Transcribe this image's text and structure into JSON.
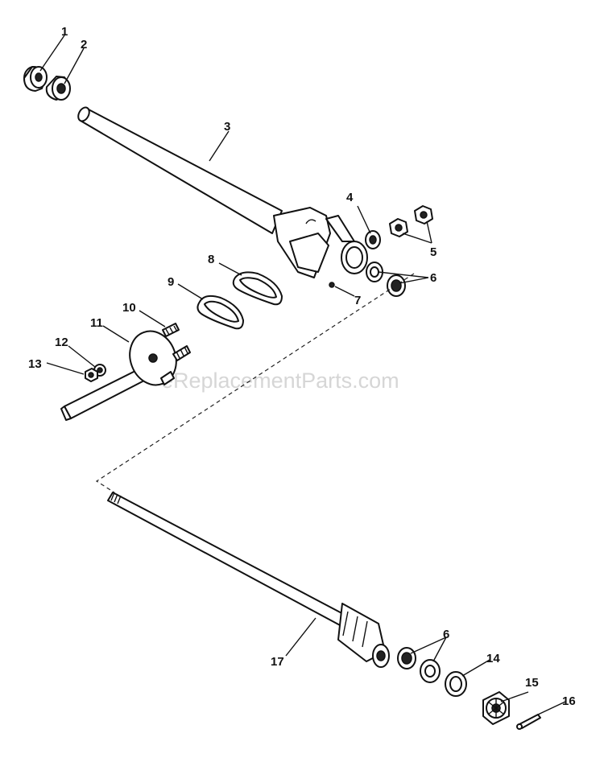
{
  "watermark": "eReplacementParts.com",
  "callouts": [
    "1",
    "2",
    "3",
    "4",
    "5",
    "6",
    "7",
    "8",
    "9",
    "10",
    "11",
    "12",
    "13",
    "6",
    "14",
    "15",
    "16",
    "17"
  ],
  "parts": [
    {
      "id": "1",
      "icon": "bushing-icon"
    },
    {
      "id": "2",
      "icon": "flanged-bushing-icon"
    },
    {
      "id": "3",
      "icon": "steering-column-tube-icon"
    },
    {
      "id": "4",
      "icon": "washer-icon"
    },
    {
      "id": "5",
      "icon": "hex-nut-icon"
    },
    {
      "id": "6",
      "icon": "bearing-icon"
    },
    {
      "id": "7",
      "icon": "small-screw-icon"
    },
    {
      "id": "8",
      "icon": "gasket-icon"
    },
    {
      "id": "9",
      "icon": "gasket-icon"
    },
    {
      "id": "10",
      "icon": "stud-icon"
    },
    {
      "id": "11",
      "icon": "steering-shaft-plate-icon"
    },
    {
      "id": "12",
      "icon": "lock-washer-icon"
    },
    {
      "id": "13",
      "icon": "nut-icon"
    },
    {
      "id": "14",
      "icon": "seal-icon"
    },
    {
      "id": "15",
      "icon": "castle-nut-icon"
    },
    {
      "id": "16",
      "icon": "cotter-pin-icon"
    },
    {
      "id": "17",
      "icon": "steering-worm-shaft-icon"
    }
  ]
}
